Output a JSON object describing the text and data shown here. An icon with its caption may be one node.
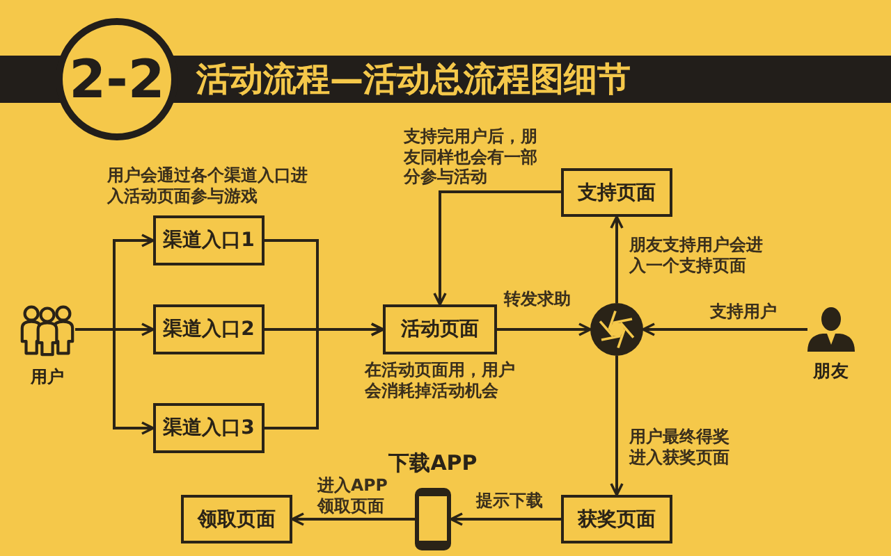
{
  "diagram": {
    "title": "活动流程—活动总流程图细节",
    "nodes": [
      {
        "text": [
          "2-2"
        ]
      },
      {
        "text": [
          "用户"
        ]
      },
      {
        "text": [
          "渠道入口1"
        ]
      },
      {
        "text": [
          "渠道入口2"
        ]
      },
      {
        "text": [
          "渠道入口3"
        ]
      },
      {
        "text": [
          "活动页面"
        ],
        "beside": [
          "在活动页面用，用户会消耗掉活动机会"
        ]
      },
      {
        "text": [
          "支持页面"
        ]
      },
      {
        "text": [],
        "shape": "picture"
      },
      {
        "text": [
          "朋友"
        ]
      },
      {
        "text": [
          "获奖页面"
        ]
      },
      {
        "text": [
          "下载APP"
        ]
      },
      {
        "text": [
          "领取页面"
        ]
      }
    ],
    "edges": [
      {
        "from": 1,
        "to": 2,
        "arrow": "to"
      },
      {
        "from": 1,
        "to": 3,
        "arrow": "to"
      },
      {
        "from": 1,
        "to": 4,
        "arrow": "to"
      },
      {
        "from": 2,
        "to": 5,
        "arrow": "to"
      },
      {
        "from": 3,
        "to": 5,
        "arrow": "to"
      },
      {
        "from": 4,
        "to": 5,
        "arrow": "to"
      },
      {
        "from": 6,
        "to": 5,
        "arrow": "to",
        "label": "支持完用户后，朋友同样也会有一部分参与活动"
      },
      {
        "from": 5,
        "to": 7,
        "arrow": "to",
        "label": "转发求助"
      },
      {
        "from": 7,
        "to": 6,
        "arrow": "to",
        "label": "朋友支持用户会进入一个支持页面"
      },
      {
        "from": 8,
        "to": 7,
        "arrow": "to",
        "label": "支持用户"
      },
      {
        "from": 7,
        "to": 9,
        "arrow": "to",
        "label": "用户最终得奖进入获奖页面"
      },
      {
        "from": 9,
        "to": 10,
        "arrow": "to",
        "label": "提示下载"
      },
      {
        "from": 10,
        "to": 11,
        "arrow": "to",
        "label": "进入APP领取页面"
      }
    ],
    "labels": [
      "用户会通过各个渠道入口进入活动页面参与游戏"
    ]
  }
}
